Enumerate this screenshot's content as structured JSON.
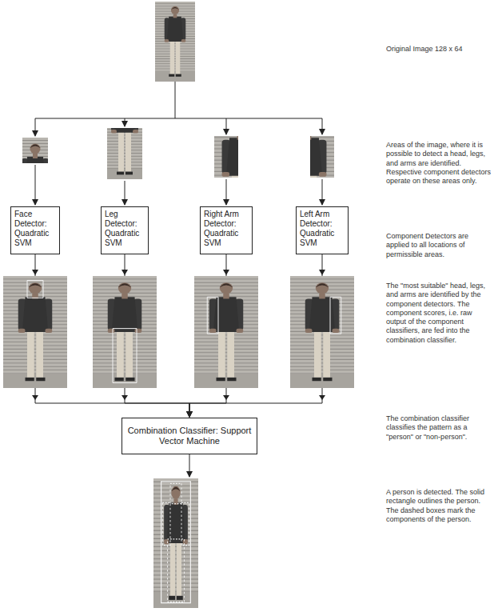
{
  "diagram": {
    "nodes": [
      {
        "text": [
          "Face Detector: Quadratic SVM"
        ]
      },
      {
        "text": [
          "Leg Detector: Quadratic SVM"
        ]
      },
      {
        "text": [
          "Right Arm Detector: Quadratic SVM"
        ]
      },
      {
        "text": [
          "Left Arm Detector: Quadratic SVM"
        ]
      },
      {
        "text": [
          "Combination Classifier: Support Vector Machine"
        ]
      }
    ],
    "edges": [
      {
        "from": 0,
        "to": 4,
        "arrow": "to"
      },
      {
        "from": 1,
        "to": 4,
        "arrow": "to"
      },
      {
        "from": 2,
        "to": 4,
        "arrow": "to"
      },
      {
        "from": 3,
        "to": 4,
        "arrow": "to"
      }
    ],
    "labels": [
      "Original Image 128 x 64",
      "Areas of the image, where it is possible to detect a head, legs, and arms are identified. Respective component detectors operate on these areas only.",
      "Component Detectors are applied to all locations of permissible areas.",
      "The \"most suitable\" head, legs, and arms are identified by the component detectors. The component scores, i.e. raw output of the component classifiers, are fed into the combination classifier.",
      "The combination classifier classifies the pattern as a \"person\" or \"non-person\".",
      "A person is detected. The solid rectangle outlines the person. The dashed boxes mark the components of the person."
    ]
  }
}
